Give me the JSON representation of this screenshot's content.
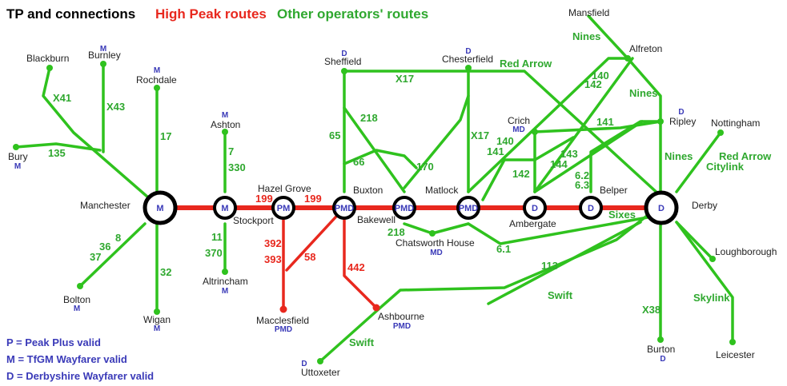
{
  "header": {
    "title": "TP and connections",
    "high_peak": "High Peak routes",
    "other": "Other operators' routes"
  },
  "legend": {
    "p": "P = Peak Plus valid",
    "m": "M = TfGM Wayfarer valid",
    "d": "D = Derbyshire Wayfarer valid"
  },
  "colors": {
    "red": "#e8281e",
    "green": "#2fc21e",
    "text_green": "#2fa82f",
    "code_blue": "#3a3ab8"
  },
  "places": {
    "blackburn": "Blackburn",
    "burnley": "Burnley",
    "bury": "Bury",
    "rochdale": "Rochdale",
    "manchester": "Manchester",
    "bolton": "Bolton",
    "wigan": "Wigan",
    "ashton": "Ashton",
    "stockport": "Stockport",
    "altrincham": "Altrincham",
    "hazel_grove": "Hazel Grove",
    "macclesfield": "Macclesfield",
    "sheffield": "Sheffield",
    "buxton": "Buxton",
    "bakewell": "Bakewell",
    "chesterfield": "Chesterfield",
    "matlock": "Matlock",
    "chatsworth": "Chatsworth House",
    "crich": "Crich",
    "ambergate": "Ambergate",
    "ashbourne": "Ashbourne",
    "uttoxeter": "Uttoxeter",
    "belper": "Belper",
    "mansfield": "Mansfield",
    "alfreton": "Alfreton",
    "ripley": "Ripley",
    "derby": "Derby",
    "nottingham": "Nottingham",
    "loughborough": "Loughborough",
    "leicester": "Leicester",
    "burton": "Burton"
  },
  "codes": {
    "burnley": "M",
    "bury": "M",
    "rochdale": "M",
    "bolton": "M",
    "wigan": "M",
    "ashton": "M",
    "altrincham": "M",
    "macclesfield": "PMD",
    "sheffield": "D",
    "chesterfield": "D",
    "chatsworth": "MD",
    "crich": "MD",
    "ashbourne": "PMD",
    "uttoxeter": "D",
    "ripley": "D",
    "burton": "D"
  },
  "hubs": {
    "manchester": "M",
    "stockport": "M",
    "hazel_grove": "PM",
    "buxton": "PMD",
    "bakewell": "PMD",
    "matlock": "PMD",
    "ambergate": "D",
    "belper": "D",
    "derby": "D"
  },
  "routes": {
    "x41": "X41",
    "x43": "X43",
    "r135": "135",
    "r17": "17",
    "r36": "36",
    "r8": "8",
    "r37": "37",
    "r32": "32",
    "r7": "7",
    "r330": "330",
    "r11": "11",
    "r370": "370",
    "r199a": "199",
    "r199b": "199",
    "r392": "392",
    "r393": "393",
    "r58": "58",
    "r442": "442",
    "x17a": "X17",
    "x17b": "X17",
    "r218a": "218",
    "r218b": "218",
    "r65": "65",
    "r66": "66",
    "r170": "170",
    "red_arrow_a": "Red Arrow",
    "r140a": "140",
    "r142a": "142",
    "r140b": "140",
    "r141a": "141",
    "r141b": "141",
    "r142b": "142",
    "r143": "143",
    "r144": "144",
    "r62": "6.2",
    "r63": "6.3",
    "r61": "6.1",
    "r113": "113",
    "swift_a": "Swift",
    "swift_b": "Swift",
    "nines_a": "Nines",
    "nines_b": "Nines",
    "nines_c": "Nines",
    "sixes": "Sixes",
    "red_arrow_b": "Red Arrow",
    "citylink": "Citylink",
    "skylink": "Skylink",
    "x38": "X38"
  }
}
